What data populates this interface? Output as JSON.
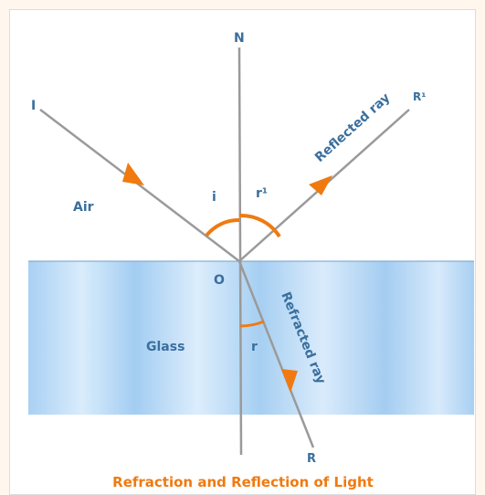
{
  "labels": {
    "normal": "N",
    "incident": "I",
    "reflected_end": "R¹",
    "refracted_end": "R",
    "origin": "O",
    "angle_incidence": "i",
    "angle_reflection": "r¹",
    "angle_refraction": "r",
    "air": "Air",
    "glass": "Glass",
    "reflected_ray": "Reflected ray",
    "refracted_ray": "Refracted ray"
  },
  "caption": "Refraction and Reflection of Light",
  "colors": {
    "ray": "#9a9a9a",
    "arrow": "#f07a10",
    "label": "#3a6f9e",
    "caption": "#f07a10",
    "glass_light": "#d6e9fb",
    "glass_dark": "#9cc8f0"
  }
}
